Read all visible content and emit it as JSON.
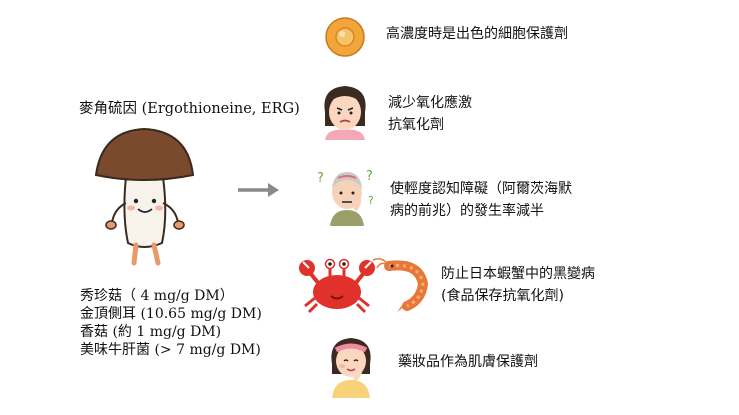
{
  "title": "麥角硫因 (Ergothioneine, ERG)",
  "sources": [
    "秀珍菇（ 4 mg/g DM）",
    "金頂側耳 (10.65 mg/g DM)",
    "香菇 (約 1 mg/g DM)",
    "美味牛肝菌 (> 7 mg/g DM)"
  ],
  "benefits": [
    {
      "lines": [
        "高濃度時是出色的細胞保護劑"
      ],
      "icon": "cell-icon"
    },
    {
      "lines": [
        "減少氧化應激",
        "抗氧化劑"
      ],
      "icon": "stressed-woman-icon"
    },
    {
      "lines": [
        "使輕度認知障礙（阿爾茨海默",
        "病的前兆）的發生率減半"
      ],
      "icon": "confused-elder-icon"
    },
    {
      "lines": [
        "防止日本蝦蟹中的黑變病",
        "(食品保存抗氧化劑)"
      ],
      "icon": "crab-shrimp-icon"
    },
    {
      "lines": [
        "藥妝品作為肌膚保護劑"
      ],
      "icon": "skincare-woman-icon"
    }
  ],
  "colors": {
    "mushroom_cap": "#7a4a2e",
    "mushroom_stem": "#f7f2ea",
    "arrow": "#8a8a8a",
    "cell": "#f2a53a",
    "crab": "#e0312a",
    "shrimp": "#e8773a"
  }
}
